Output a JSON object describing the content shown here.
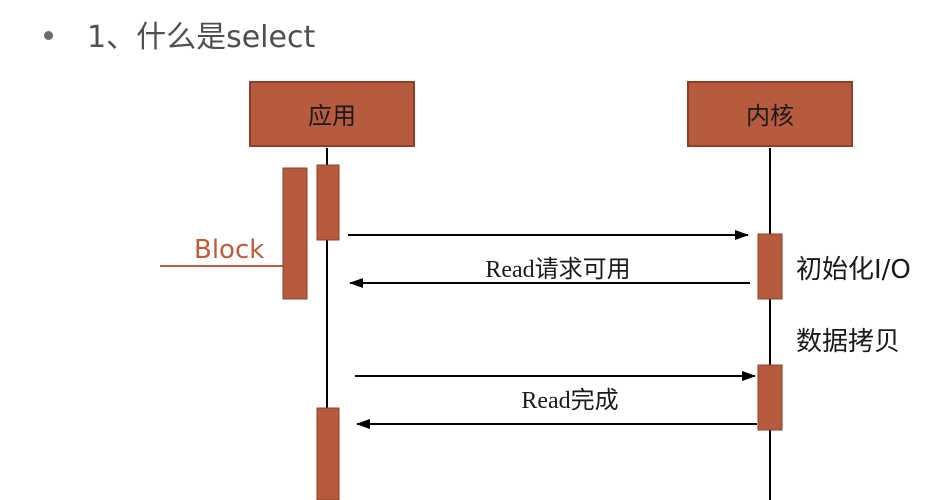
{
  "heading": {
    "text": "1、什么是select"
  },
  "participants": {
    "app": "应用",
    "kernel": "内核"
  },
  "messages": {
    "read_available": "Read请求可用",
    "read_done": "Read完成"
  },
  "notes": {
    "block": "Block",
    "init_io": "初始化I/O",
    "data_copy": "数据拷贝"
  },
  "colors": {
    "box_fill": "#b65b3e",
    "box_border": "#8f3f27",
    "block_text": "#c45a3a",
    "line": "#000000"
  }
}
